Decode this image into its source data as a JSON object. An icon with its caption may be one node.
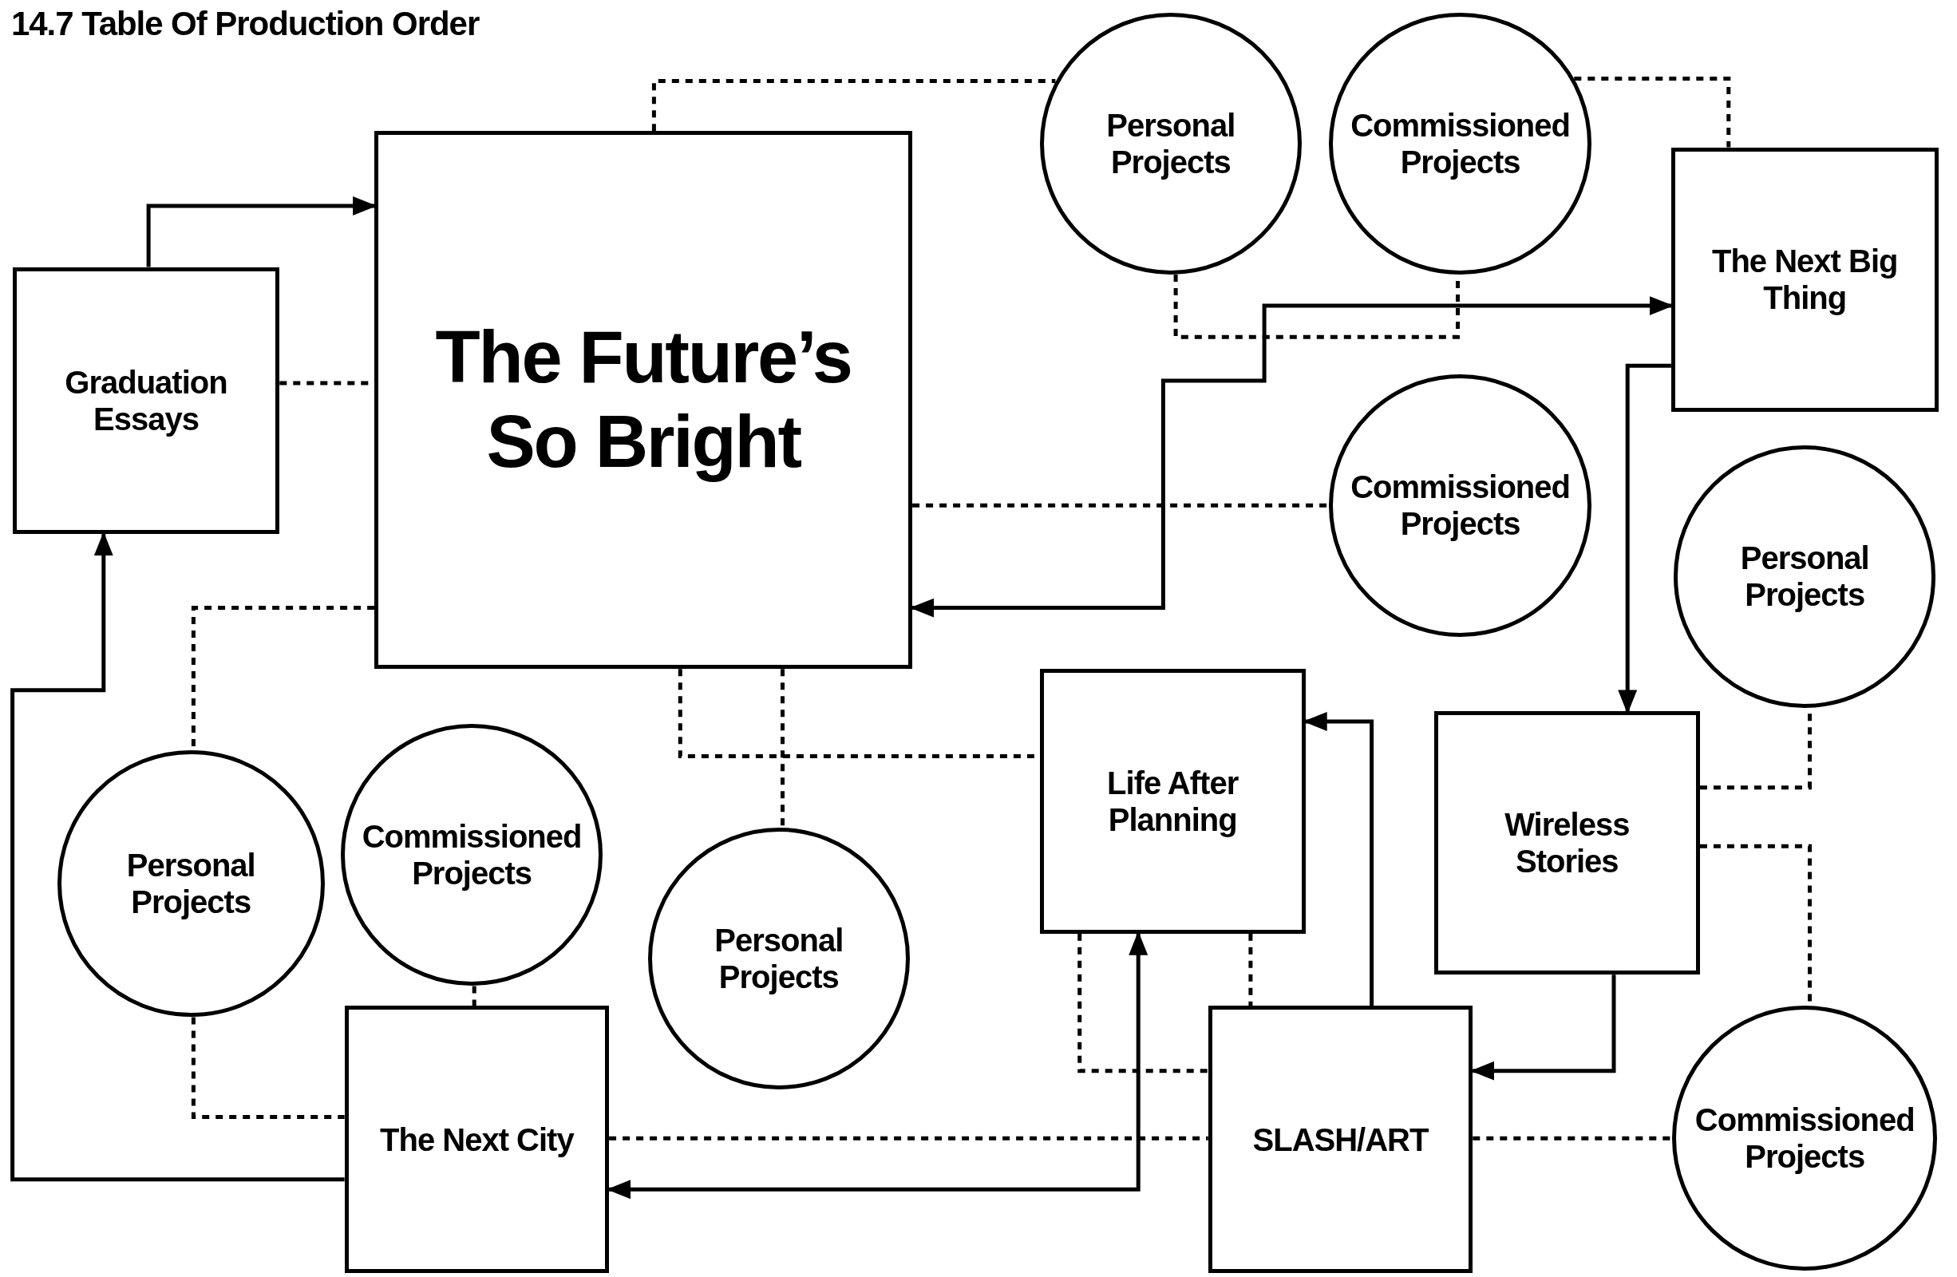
{
  "diagram": {
    "title": "14.7 Table Of Production Order",
    "nodes": [
      {
        "text": [
          "Graduation Essays"
        ]
      },
      {
        "text": [
          "The Future’s So Bright"
        ]
      },
      {
        "text": [
          "Personal Projects"
        ]
      },
      {
        "text": [
          "Commissioned Projects"
        ]
      },
      {
        "text": [
          "The Next Big Thing"
        ]
      },
      {
        "text": [
          "Commissioned Projects"
        ]
      },
      {
        "text": [
          "Personal Projects"
        ]
      },
      {
        "text": [
          "Personal Projects"
        ]
      },
      {
        "text": [
          "Commissioned Projects"
        ]
      },
      {
        "text": [
          "Personal Projects"
        ]
      },
      {
        "text": [
          "Life After Planning"
        ]
      },
      {
        "text": [
          "Wireless Stories"
        ]
      },
      {
        "text": [
          "The Next City"
        ]
      },
      {
        "text": [
          "SLASH/ART"
        ]
      },
      {
        "text": [
          "Commissioned Projects"
        ]
      }
    ],
    "edges": [
      {
        "from": 0,
        "to": 1,
        "arrow": "to"
      },
      {
        "from": 1,
        "to": 4,
        "arrow": "both"
      },
      {
        "from": 4,
        "to": 11,
        "arrow": "to"
      },
      {
        "from": 11,
        "to": 13,
        "arrow": "to"
      },
      {
        "from": 13,
        "to": 10,
        "arrow": "to"
      },
      {
        "from": 12,
        "to": 10,
        "arrow": "both"
      },
      {
        "from": 12,
        "to": 0,
        "arrow": "to"
      },
      {
        "from": 0,
        "to": 1,
        "arrow": "none",
        "style": "dashed"
      },
      {
        "from": 1,
        "to": 2,
        "arrow": "none",
        "style": "dashed"
      },
      {
        "from": 3,
        "to": 4,
        "arrow": "none",
        "style": "dashed"
      },
      {
        "from": 2,
        "to": 3,
        "arrow": "none",
        "style": "dashed"
      },
      {
        "from": 1,
        "to": 5,
        "arrow": "none",
        "style": "dashed"
      },
      {
        "from": 1,
        "to": 7,
        "arrow": "none",
        "style": "dashed"
      },
      {
        "from": 1,
        "to": 10,
        "arrow": "none",
        "style": "dashed"
      },
      {
        "from": 1,
        "to": 9,
        "arrow": "none",
        "style": "dashed"
      },
      {
        "from": 7,
        "to": 12,
        "arrow": "none",
        "style": "dashed"
      },
      {
        "from": 8,
        "to": 12,
        "arrow": "none",
        "style": "dashed"
      },
      {
        "from": 10,
        "to": 13,
        "arrow": "none",
        "style": "dashed"
      },
      {
        "from": 10,
        "to": 13,
        "arrow": "none",
        "style": "dashed"
      },
      {
        "from": 12,
        "to": 13,
        "arrow": "none",
        "style": "dashed"
      },
      {
        "from": 13,
        "to": 14,
        "arrow": "none",
        "style": "dashed"
      },
      {
        "from": 11,
        "to": 6,
        "arrow": "none",
        "style": "dashed"
      },
      {
        "from": 11,
        "to": 14,
        "arrow": "none",
        "style": "dashed"
      }
    ]
  }
}
